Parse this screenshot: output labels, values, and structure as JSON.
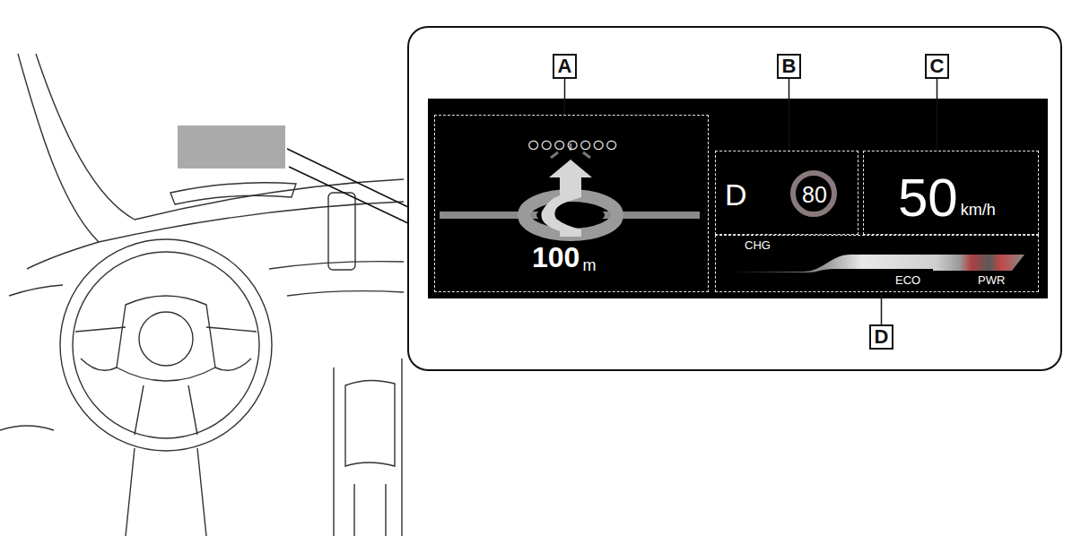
{
  "diagram": {
    "nodes": [
      {
        "text": [
          "A"
        ]
      },
      {
        "text": [
          "B"
        ]
      },
      {
        "text": [
          "C"
        ]
      },
      {
        "text": [
          "○○○○○○○",
          "100",
          "m"
        ]
      },
      {
        "text": [
          "D"
        ]
      },
      {
        "text": [
          "80"
        ],
        "in": 4
      },
      {
        "text": [
          "50",
          "km/h"
        ]
      },
      {
        "text": [
          "CHG",
          "ECO",
          "PWR"
        ]
      },
      {
        "text": [
          "D"
        ]
      }
    ],
    "edges": [
      {
        "from": 0,
        "to": 3,
        "arrow": "none"
      },
      {
        "from": 1,
        "to": 4,
        "arrow": "none"
      },
      {
        "from": 2,
        "to": 6,
        "arrow": "none"
      },
      {
        "from": 8,
        "to": 7,
        "arrow": "none"
      }
    ]
  }
}
